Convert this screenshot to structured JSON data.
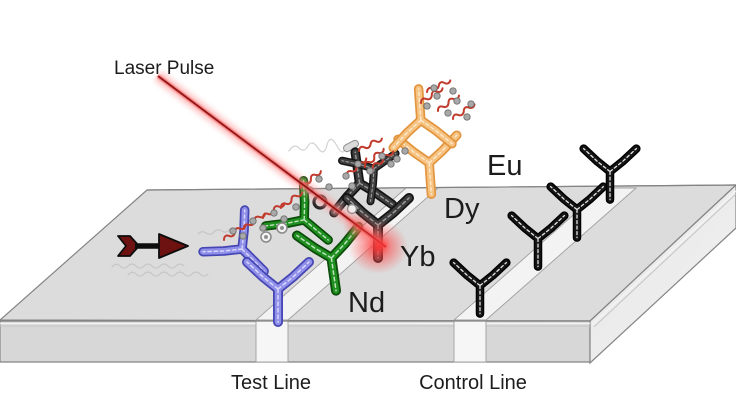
{
  "diagram": {
    "labels": {
      "laser_pulse": "Laser Pulse",
      "test_line": "Test Line",
      "control_line": "Control Line",
      "lanthanides": [
        {
          "id": "eu",
          "text": "Eu"
        },
        {
          "id": "dy",
          "text": "Dy"
        },
        {
          "id": "yb",
          "text": "Yb"
        },
        {
          "id": "nd",
          "text": "Nd"
        }
      ]
    },
    "antibody_colors": {
      "capture_blue": "#9090ea",
      "detection_green": "#1f8f1f",
      "reporter_dark_gray": "#3d3d3d",
      "reporter_orange": "#f6c382",
      "control_black": "#161616"
    },
    "scene_colors": {
      "background": "#ffffff",
      "strip_top": "#dcdcdc",
      "strip_front": "#d7d7d7",
      "strip_side": "#ececec",
      "stripe_white": "#f5f5f5",
      "laser_core_red": "#8e1212",
      "laser_glow": "#ff4a4a",
      "flow_arrow_dark_red": "#6d1111",
      "analyte_red": "#c23a2c",
      "nanoparticle_gray": "#a8a8a8",
      "text": "#1c1c1c"
    },
    "counts": {
      "control_line_antibodies": 4
    }
  }
}
